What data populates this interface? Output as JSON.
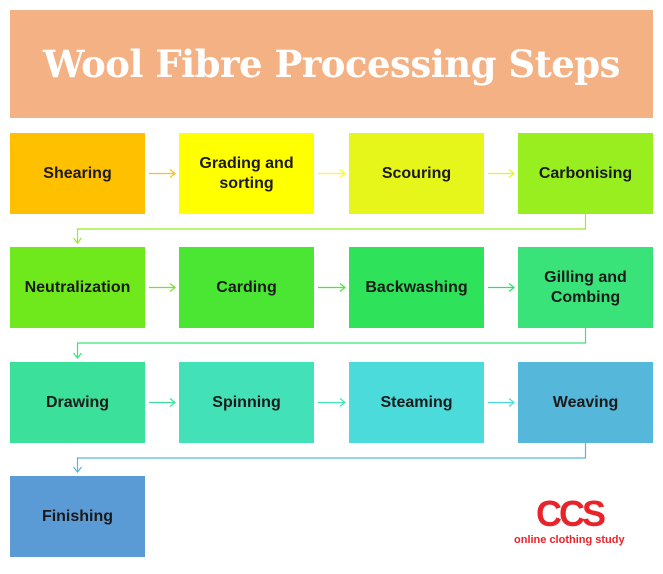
{
  "title": "Wool Fibre Processing Steps",
  "steps": [
    {
      "label": "Shearing",
      "color": "#ffc000"
    },
    {
      "label": "Grading and sorting",
      "color": "#ffff00"
    },
    {
      "label": "Scouring",
      "color": "#e6f51a"
    },
    {
      "label": "Carbonising",
      "color": "#99ee1f"
    },
    {
      "label": "Neutralization",
      "color": "#6fe91c"
    },
    {
      "label": "Carding",
      "color": "#4ae633"
    },
    {
      "label": "Backwashing",
      "color": "#2ee35a"
    },
    {
      "label": "Gilling and Combing",
      "color": "#3ae37a"
    },
    {
      "label": "Drawing",
      "color": "#3be19a"
    },
    {
      "label": "Spinning",
      "color": "#42e1b8"
    },
    {
      "label": "Steaming",
      "color": "#4bdbdb"
    },
    {
      "label": "Weaving",
      "color": "#55b7da"
    },
    {
      "label": "Finishing",
      "color": "#5b9bd5"
    }
  ],
  "logo": {
    "mark": "CCS",
    "text": "online clothing study",
    "color": "#e8232a"
  },
  "colors": {
    "banner": "#f4b184",
    "title_text": "#ffffff"
  }
}
